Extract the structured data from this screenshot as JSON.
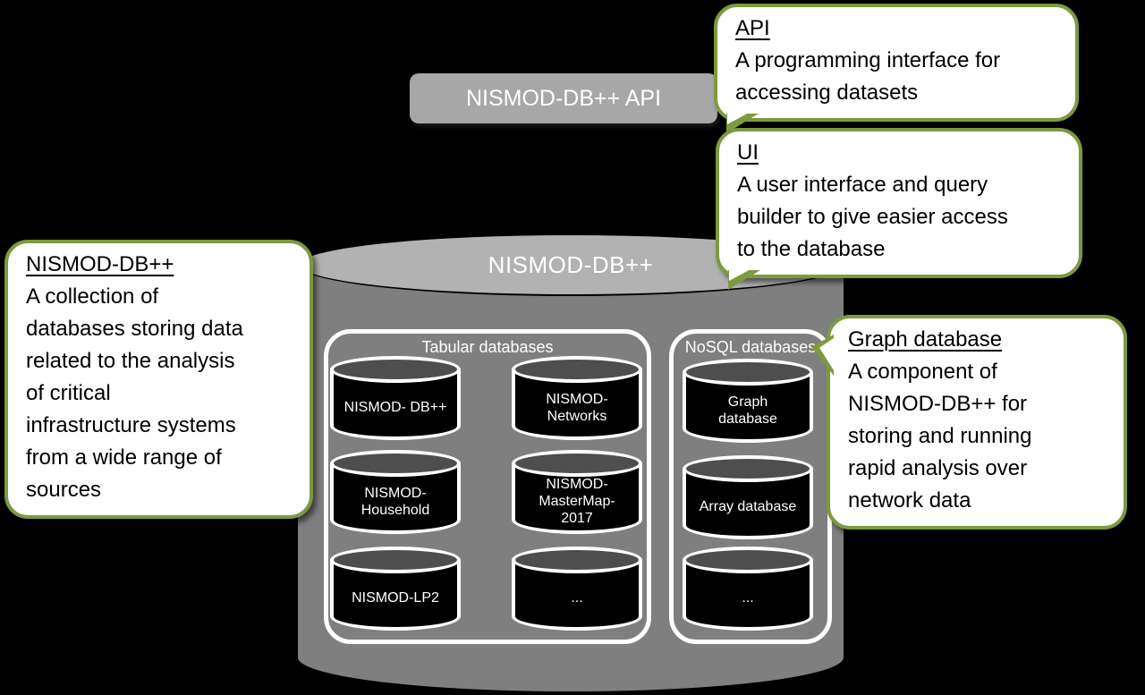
{
  "colors": {
    "background": "#000000",
    "bar_gray": "#a7a7a7",
    "cylinder_top_gray": "#b2b2b2",
    "cylinder_body_gray": "#7f7f7f",
    "small_cylinder_top_gray": "#4e4e4e",
    "small_cylinder_body": "#000000",
    "callout_border_green": "#7d9a3f",
    "outline_white": "#ffffff"
  },
  "api_bar": {
    "label": "NISMOD-DB++ API"
  },
  "cylinder": {
    "title": "NISMOD-DB++"
  },
  "groups": [
    {
      "label": "Tabular databases",
      "databases": [
        "NISMOD- DB++",
        "NISMOD-\nNetworks",
        "NISMOD-\nHousehold",
        "NISMOD-\nMasterMap-\n2017",
        "NISMOD-LP2",
        "..."
      ]
    },
    {
      "label": "NoSQL databases",
      "databases": [
        "Graph\ndatabase",
        "Array database",
        "..."
      ]
    }
  ],
  "callouts": {
    "api": {
      "title": "API",
      "body": "A programming interface for\naccessing datasets"
    },
    "ui": {
      "title": "UI",
      "body": "A user interface and query\nbuilder to give easier access\nto the database"
    },
    "nismod": {
      "title": "NISMOD-DB++",
      "body": "A collection of\ndatabases storing data\nrelated to the analysis\nof critical\ninfrastructure systems\nfrom a wide range of\nsources"
    },
    "graph": {
      "title": "Graph database",
      "body": "A component of\nNISMOD-DB++ for\nstoring and running\nrapid analysis over\nnetwork data"
    }
  }
}
